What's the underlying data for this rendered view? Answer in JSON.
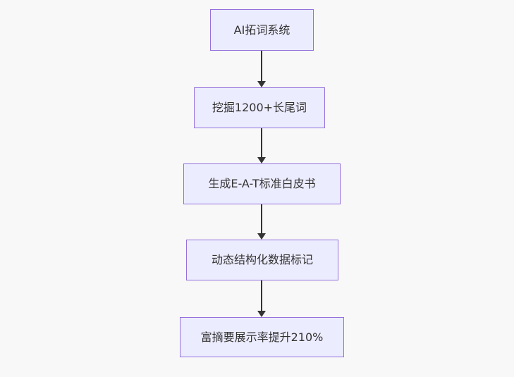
{
  "diagram": {
    "type": "flowchart",
    "direction": "top-down",
    "nodes": [
      {
        "label": "AI拓词系统"
      },
      {
        "label": "挖掘1200+长尾词"
      },
      {
        "label": "生成E-A-T标准白皮书"
      },
      {
        "label": "动态结构化数据标记"
      },
      {
        "label": "富摘要展示率提升210%"
      }
    ],
    "edges": [
      {
        "from": 0,
        "to": 1
      },
      {
        "from": 1,
        "to": 2
      },
      {
        "from": 2,
        "to": 3
      },
      {
        "from": 3,
        "to": 4
      }
    ]
  },
  "colors": {
    "background": "#f8f8f8",
    "node_fill": "#ECECFF",
    "node_border": "#9370DB",
    "text": "#333333",
    "arrow": "#333333"
  }
}
